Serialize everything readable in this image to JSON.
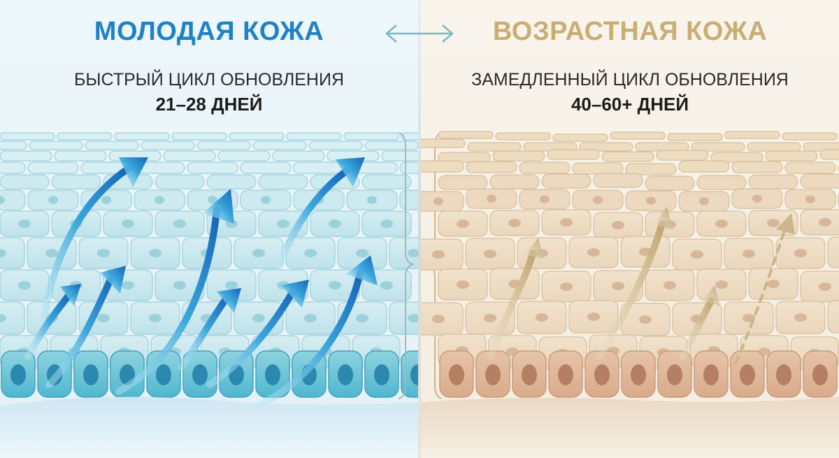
{
  "left_panel": {
    "title": "МОЛОДАЯ КОЖА",
    "subtitle": "БЫСТРЫЙ ЦИКЛ ОБНОВЛЕНИЯ",
    "duration": "21–28 ДНЕЙ",
    "accent_color": "#1f82c6"
  },
  "right_panel": {
    "title": "ВОЗРАСТНАЯ КОЖА",
    "subtitle": "ЗАМЕДЛЕННЫЙ ЦИКЛ ОБНОВЛЕНИЯ",
    "duration": "40–60+ ДНЕЙ",
    "accent_color": "#c9ad72"
  },
  "icons": {
    "compare": "double-arrow-icon"
  }
}
